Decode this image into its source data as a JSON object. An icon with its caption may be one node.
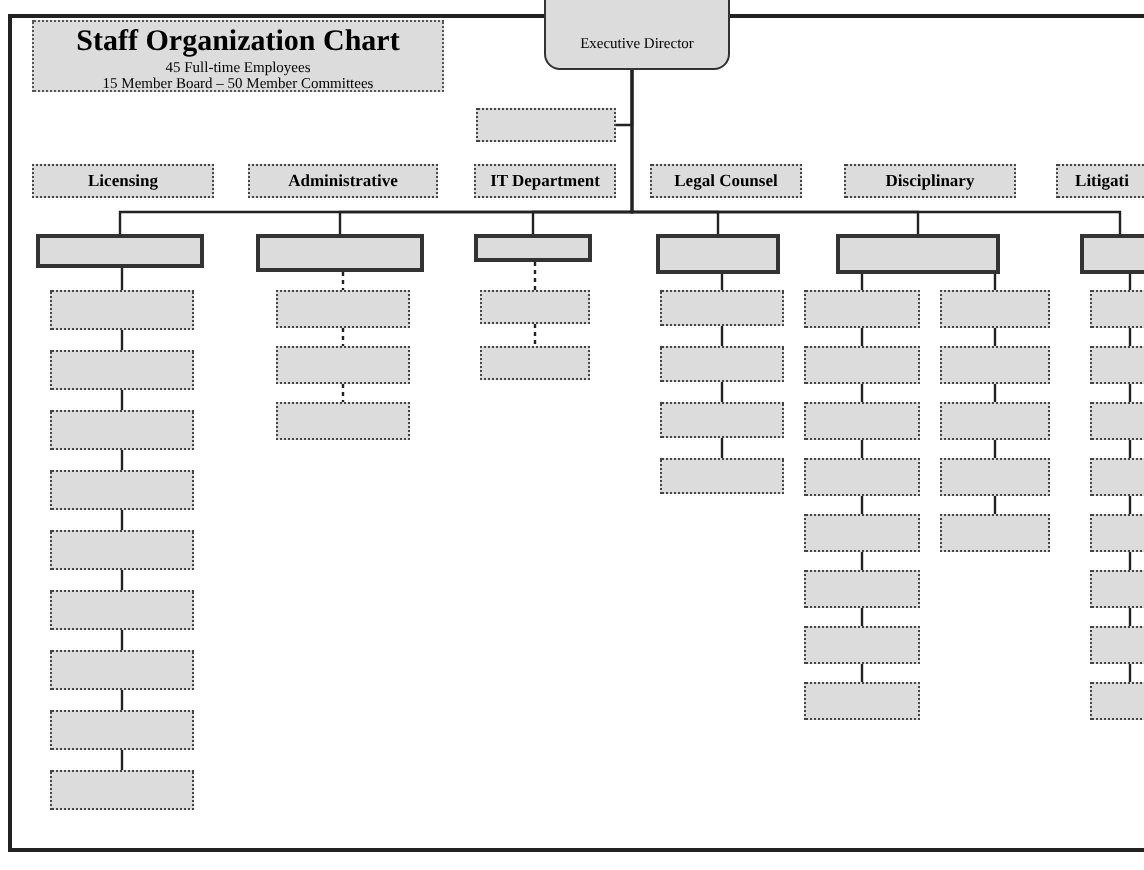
{
  "diagram": {
    "title": "Staff Organization Chart",
    "labels": [
      "45 Full-time Employees",
      "15 Member Board – 50 Member Committees"
    ],
    "nodes": [
      {
        "text": [
          "Executive Director"
        ]
      },
      {
        "text": [],
        "shape": "box"
      },
      {
        "text": [
          "Licensing"
        ]
      },
      {
        "text": [
          "Administrative"
        ]
      },
      {
        "text": [
          "IT Department"
        ]
      },
      {
        "text": [
          "Legal Counsel"
        ]
      },
      {
        "text": [
          "Disciplinary"
        ]
      },
      {
        "text": [
          "Litigati"
        ]
      },
      {
        "text": [],
        "shape": "box"
      },
      {
        "text": [],
        "shape": "box"
      },
      {
        "text": [],
        "shape": "box"
      },
      {
        "text": [],
        "shape": "box"
      },
      {
        "text": [],
        "shape": "box"
      },
      {
        "text": [],
        "shape": "box"
      },
      {
        "text": [],
        "shape": "box"
      },
      {
        "text": [],
        "shape": "box"
      },
      {
        "text": [],
        "shape": "box"
      },
      {
        "text": [],
        "shape": "box"
      },
      {
        "text": [],
        "shape": "box"
      },
      {
        "text": [],
        "shape": "box"
      },
      {
        "text": [],
        "shape": "box"
      },
      {
        "text": [],
        "shape": "box"
      },
      {
        "text": [],
        "shape": "box"
      },
      {
        "text": [],
        "shape": "box"
      },
      {
        "text": [],
        "shape": "box"
      },
      {
        "text": [],
        "shape": "box"
      },
      {
        "text": [],
        "shape": "box"
      },
      {
        "text": [],
        "shape": "box"
      },
      {
        "text": [],
        "shape": "box"
      },
      {
        "text": [],
        "shape": "box"
      },
      {
        "text": [],
        "shape": "box"
      },
      {
        "text": [],
        "shape": "box"
      },
      {
        "text": [],
        "shape": "box"
      },
      {
        "text": [],
        "shape": "box"
      },
      {
        "text": [],
        "shape": "box"
      },
      {
        "text": [],
        "shape": "box"
      },
      {
        "text": [],
        "shape": "box"
      },
      {
        "text": [],
        "shape": "box"
      },
      {
        "text": [],
        "shape": "box"
      },
      {
        "text": [],
        "shape": "box"
      },
      {
        "text": [],
        "shape": "box"
      },
      {
        "text": [],
        "shape": "box"
      },
      {
        "text": [],
        "shape": "box"
      },
      {
        "text": [],
        "shape": "box"
      },
      {
        "text": [],
        "shape": "box"
      },
      {
        "text": [],
        "shape": "box"
      },
      {
        "text": [],
        "shape": "box"
      },
      {
        "text": [],
        "shape": "box"
      },
      {
        "text": [],
        "shape": "box"
      },
      {
        "text": [],
        "shape": "box"
      },
      {
        "text": [],
        "shape": "box"
      },
      {
        "text": [],
        "shape": "box"
      },
      {
        "text": [],
        "shape": "box"
      }
    ],
    "edges": [
      {
        "from": 0,
        "to": 1,
        "arrow": "none"
      },
      {
        "from": 0,
        "to": 8,
        "arrow": "none"
      },
      {
        "from": 0,
        "to": 18,
        "arrow": "none"
      },
      {
        "from": 0,
        "to": 22,
        "arrow": "none"
      },
      {
        "from": 0,
        "to": 25,
        "arrow": "none"
      },
      {
        "from": 0,
        "to": 30,
        "arrow": "none"
      },
      {
        "from": 0,
        "to": 44,
        "arrow": "none"
      },
      {
        "from": 8,
        "to": 9,
        "arrow": "none"
      },
      {
        "from": 9,
        "to": 10,
        "arrow": "none"
      },
      {
        "from": 10,
        "to": 11,
        "arrow": "none"
      },
      {
        "from": 11,
        "to": 12,
        "arrow": "none"
      },
      {
        "from": 12,
        "to": 13,
        "arrow": "none"
      },
      {
        "from": 13,
        "to": 14,
        "arrow": "none"
      },
      {
        "from": 14,
        "to": 15,
        "arrow": "none"
      },
      {
        "from": 15,
        "to": 16,
        "arrow": "none"
      },
      {
        "from": 16,
        "to": 17,
        "arrow": "none"
      },
      {
        "from": 18,
        "to": 19,
        "arrow": "none",
        "style": "dashed"
      },
      {
        "from": 19,
        "to": 20,
        "arrow": "none",
        "style": "dashed"
      },
      {
        "from": 20,
        "to": 21,
        "arrow": "none",
        "style": "dashed"
      },
      {
        "from": 22,
        "to": 23,
        "arrow": "none",
        "style": "dashed"
      },
      {
        "from": 23,
        "to": 24,
        "arrow": "none",
        "style": "dashed"
      },
      {
        "from": 25,
        "to": 26,
        "arrow": "none"
      },
      {
        "from": 26,
        "to": 27,
        "arrow": "none"
      },
      {
        "from": 27,
        "to": 28,
        "arrow": "none"
      },
      {
        "from": 28,
        "to": 29,
        "arrow": "none"
      },
      {
        "from": 30,
        "to": 31,
        "arrow": "none"
      },
      {
        "from": 31,
        "to": 32,
        "arrow": "none"
      },
      {
        "from": 32,
        "to": 33,
        "arrow": "none"
      },
      {
        "from": 33,
        "to": 34,
        "arrow": "none"
      },
      {
        "from": 34,
        "to": 35,
        "arrow": "none"
      },
      {
        "from": 35,
        "to": 36,
        "arrow": "none"
      },
      {
        "from": 36,
        "to": 37,
        "arrow": "none"
      },
      {
        "from": 37,
        "to": 38,
        "arrow": "none"
      },
      {
        "from": 30,
        "to": 39,
        "arrow": "none"
      },
      {
        "from": 39,
        "to": 40,
        "arrow": "none"
      },
      {
        "from": 40,
        "to": 41,
        "arrow": "none"
      },
      {
        "from": 41,
        "to": 42,
        "arrow": "none"
      },
      {
        "from": 42,
        "to": 43,
        "arrow": "none"
      },
      {
        "from": 44,
        "to": 45,
        "arrow": "none"
      },
      {
        "from": 45,
        "to": 46,
        "arrow": "none"
      },
      {
        "from": 46,
        "to": 47,
        "arrow": "none"
      },
      {
        "from": 47,
        "to": 48,
        "arrow": "none"
      },
      {
        "from": 48,
        "to": 49,
        "arrow": "none"
      },
      {
        "from": 49,
        "to": 50,
        "arrow": "none"
      },
      {
        "from": 50,
        "to": 51,
        "arrow": "none"
      },
      {
        "from": 51,
        "to": 52,
        "arrow": "none"
      }
    ]
  }
}
